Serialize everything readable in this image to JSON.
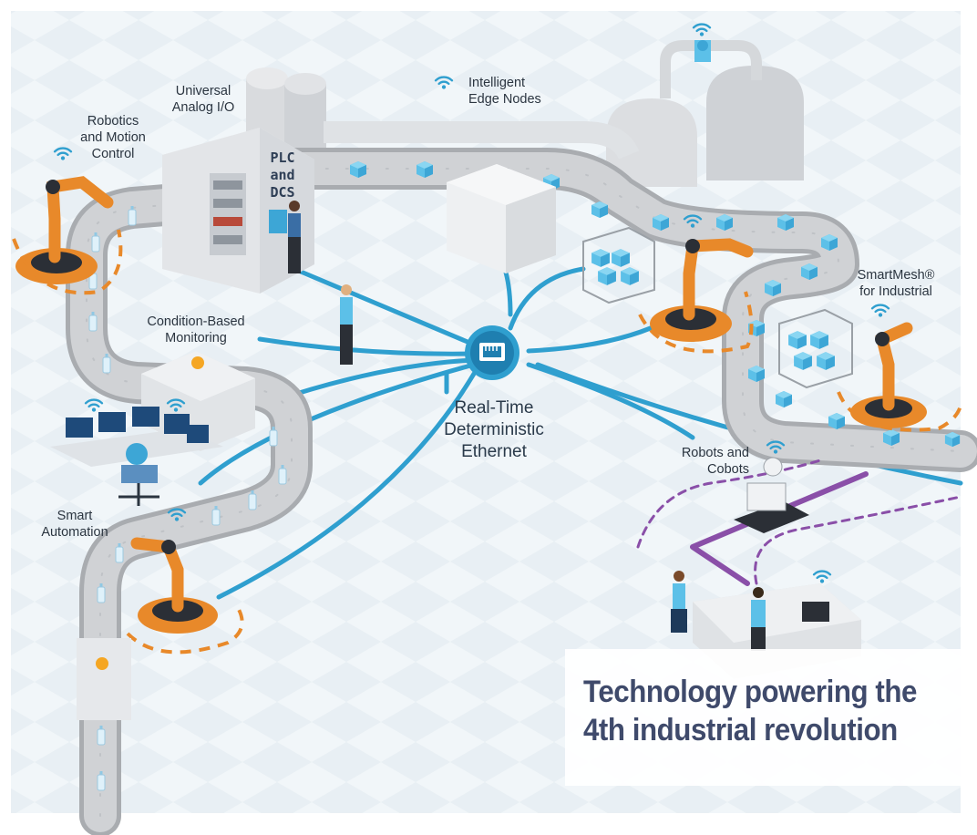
{
  "labels": {
    "robotics": [
      "Robotics",
      "and Motion",
      "Control"
    ],
    "analog_io": [
      "Universal",
      "Analog I/O"
    ],
    "edge_nodes": [
      "Intelligent",
      "Edge Nodes"
    ],
    "plc": [
      "PLC",
      "and",
      "DCS"
    ],
    "condition_monitoring": [
      "Condition-Based",
      "Monitoring"
    ],
    "smart_automation": [
      "Smart",
      "Automation"
    ],
    "smartmesh": [
      "SmartMesh®",
      "for Industrial"
    ],
    "robots_cobots": [
      "Robots and",
      "Cobots"
    ]
  },
  "hub": {
    "icon": "ethernet-port-icon",
    "label": [
      "Real-Time",
      "Deterministic",
      "Ethernet"
    ]
  },
  "headline": [
    "Technology powering the",
    "4th industrial revolution"
  ],
  "colors": {
    "network_line": "#2f9fcf",
    "robot_orange": "#e8892a",
    "conveyor_gray": "#c9c9cb",
    "package_blue": "#5cc0e8",
    "cobot_path": "#8a4fa8",
    "floor": "#e9f0f5",
    "headline_text": "#3f4a6b",
    "wifi_icon": "#2f9fcf"
  }
}
